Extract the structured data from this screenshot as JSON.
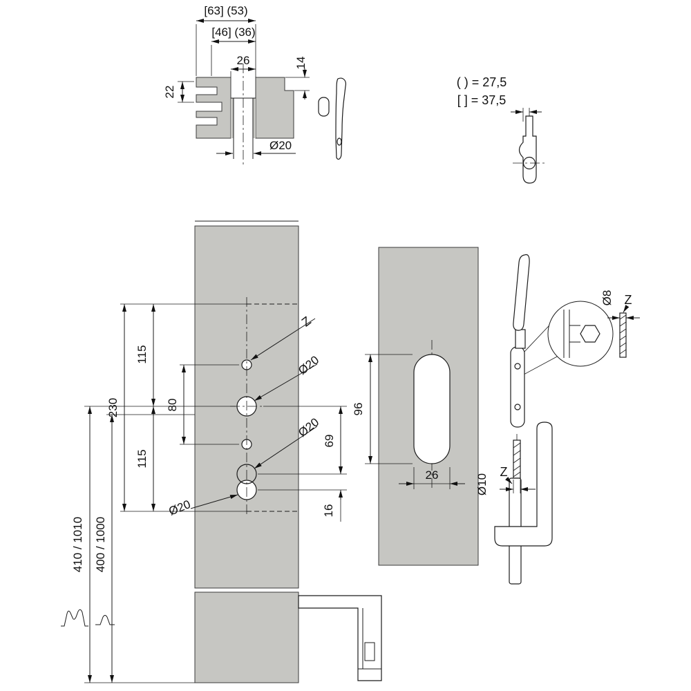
{
  "colors": {
    "profile_gray": "#c6c6c2",
    "line": "#1a1a1a"
  },
  "section": {
    "dim_outer": "[63] (53)",
    "dim_inner": "[46] (36)",
    "dim_slot": "26",
    "dim_step": "14",
    "dim_side": "22",
    "dim_bore": "Ø20"
  },
  "legend": {
    "paren": "( ) = 27,5",
    "bracket": "[ ] = 37,5"
  },
  "main": {
    "z": "Z",
    "bore_top": "Ø20",
    "bore_mid": "Ø20",
    "bore_bottom": "Ø20",
    "dim_115_upper": "115",
    "dim_80": "80",
    "dim_230": "230",
    "dim_115_lower": "115",
    "dim_total_left": "410 / 1010",
    "dim_total_right": "400 / 1000",
    "dim_69": "69",
    "dim_16": "16"
  },
  "faceplate": {
    "dim_96": "96",
    "dim_26": "26"
  },
  "handle_top": {
    "dim_d8": "Ø8",
    "z": "Z"
  },
  "handle_bottom": {
    "dim_d10": "Ø10",
    "z": "Z"
  }
}
